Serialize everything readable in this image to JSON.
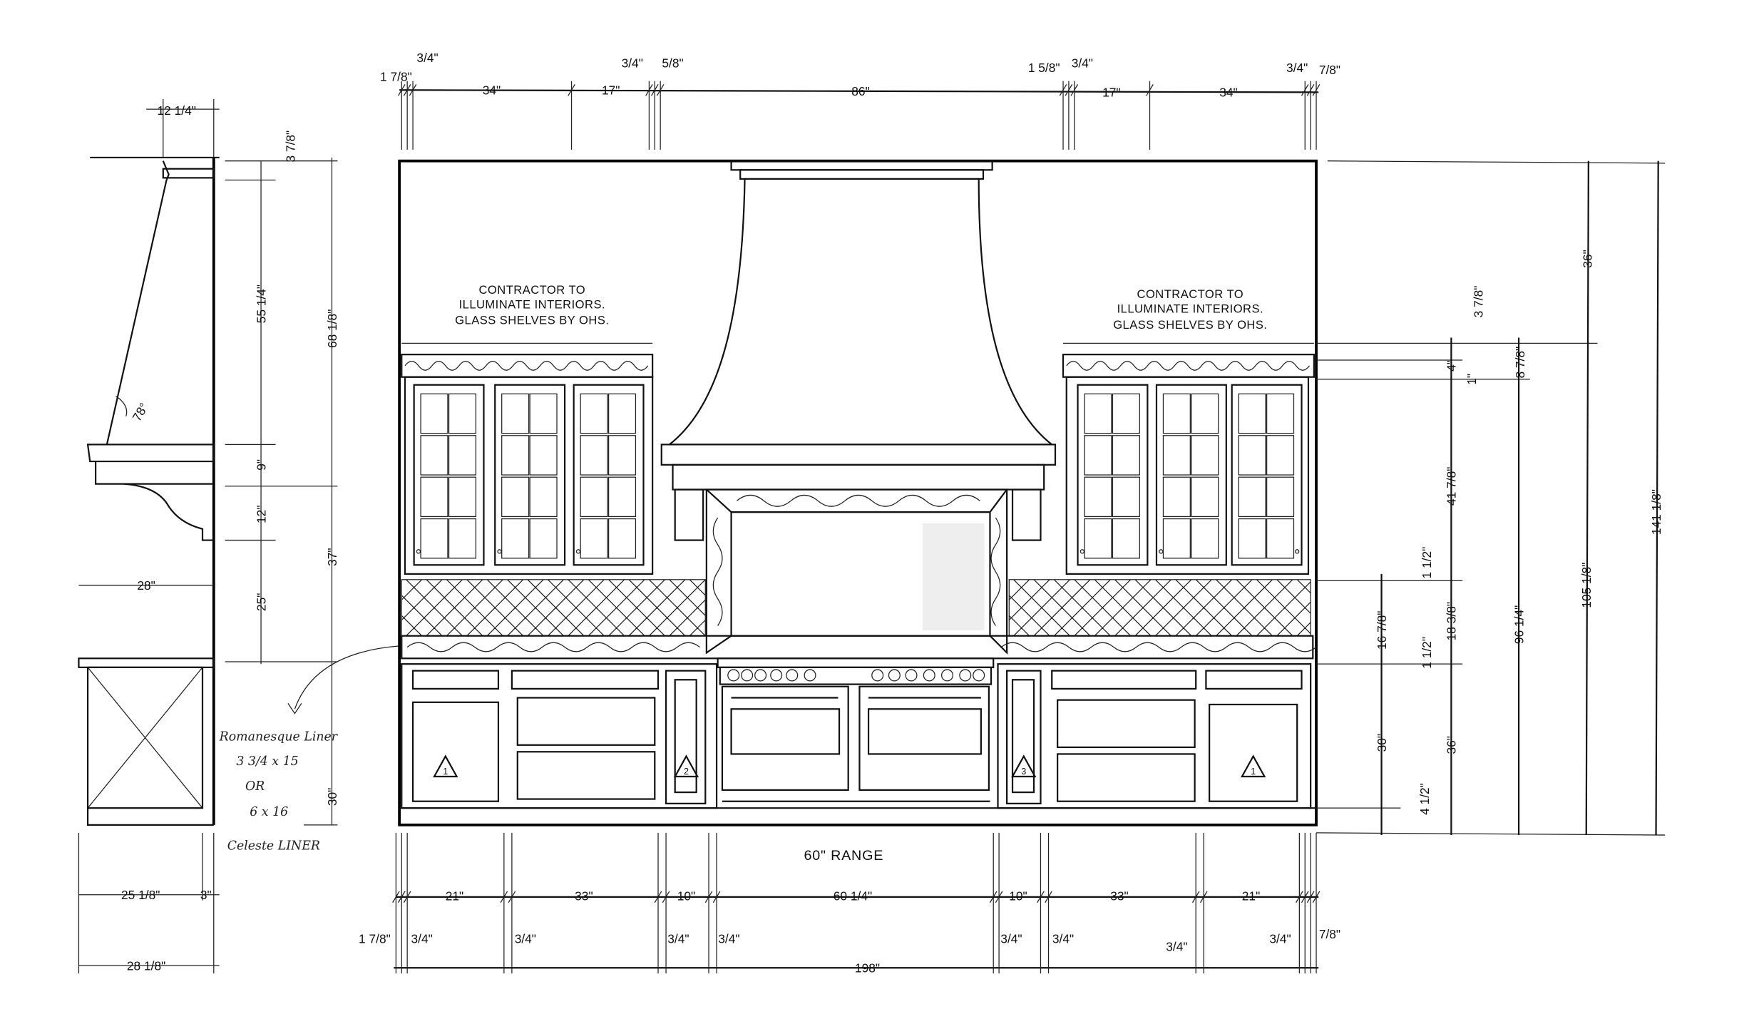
{
  "notes": {
    "left_cabinet": [
      "CONTRACTOR TO",
      "ILLUMINATE INTERIORS.",
      "GLASS SHELVES BY OHS."
    ],
    "right_cabinet": [
      "CONTRACTOR TO",
      "ILLUMINATE INTERIORS.",
      "GLASS SHELVES BY OHS."
    ],
    "range_label": "60\" RANGE",
    "liner_note": [
      "Romanesque Liner",
      "3 3/4 x 15",
      "OR",
      "6 x 16",
      "Celeste LINER"
    ]
  },
  "cabinet_markers": [
    "1",
    "2",
    "3",
    "1"
  ],
  "dims": {
    "top": [
      "1 7/8\"",
      "3/4\"",
      "34\"",
      "17\"",
      "3/4\"",
      "5/8\"",
      "86\"",
      "1 5/8\"",
      "3/4\"",
      "17\"",
      "34\"",
      "3/4\"",
      "7/8\""
    ],
    "bottom_row": [
      "21\"",
      "33\"",
      "10\"",
      "60 1/4\"",
      "10\"",
      "33\"",
      "21\""
    ],
    "bottom_fillers": [
      "1 7/8\"",
      "3/4\"",
      "3/4\"",
      "3/4\"",
      "3/4\"",
      "3/4\"",
      "3/4\"",
      "3/4\"",
      "3/4\"",
      "7/8\""
    ],
    "overall_width": "198\"",
    "side": [
      "12 1/4\"",
      "3 7/8\"",
      "55 1/4\"",
      "68 1/8\"",
      "78°",
      "9\"",
      "12\"",
      "28\"",
      "25\"",
      "37\"",
      "30\"",
      "25 1/8\"",
      "3\"",
      "28 1/8\""
    ],
    "right": [
      "36\"",
      "3 7/8\"",
      "4\"",
      "1\"",
      "8 7/8\"",
      "41 7/8\"",
      "1 1/2\"",
      "16 7/8\"",
      "18 3/8\"",
      "1 1/2\"",
      "30\"",
      "36\"",
      "4 1/2\"",
      "96 1/4\"",
      "105 1/8\"",
      "141 1/8\""
    ]
  }
}
